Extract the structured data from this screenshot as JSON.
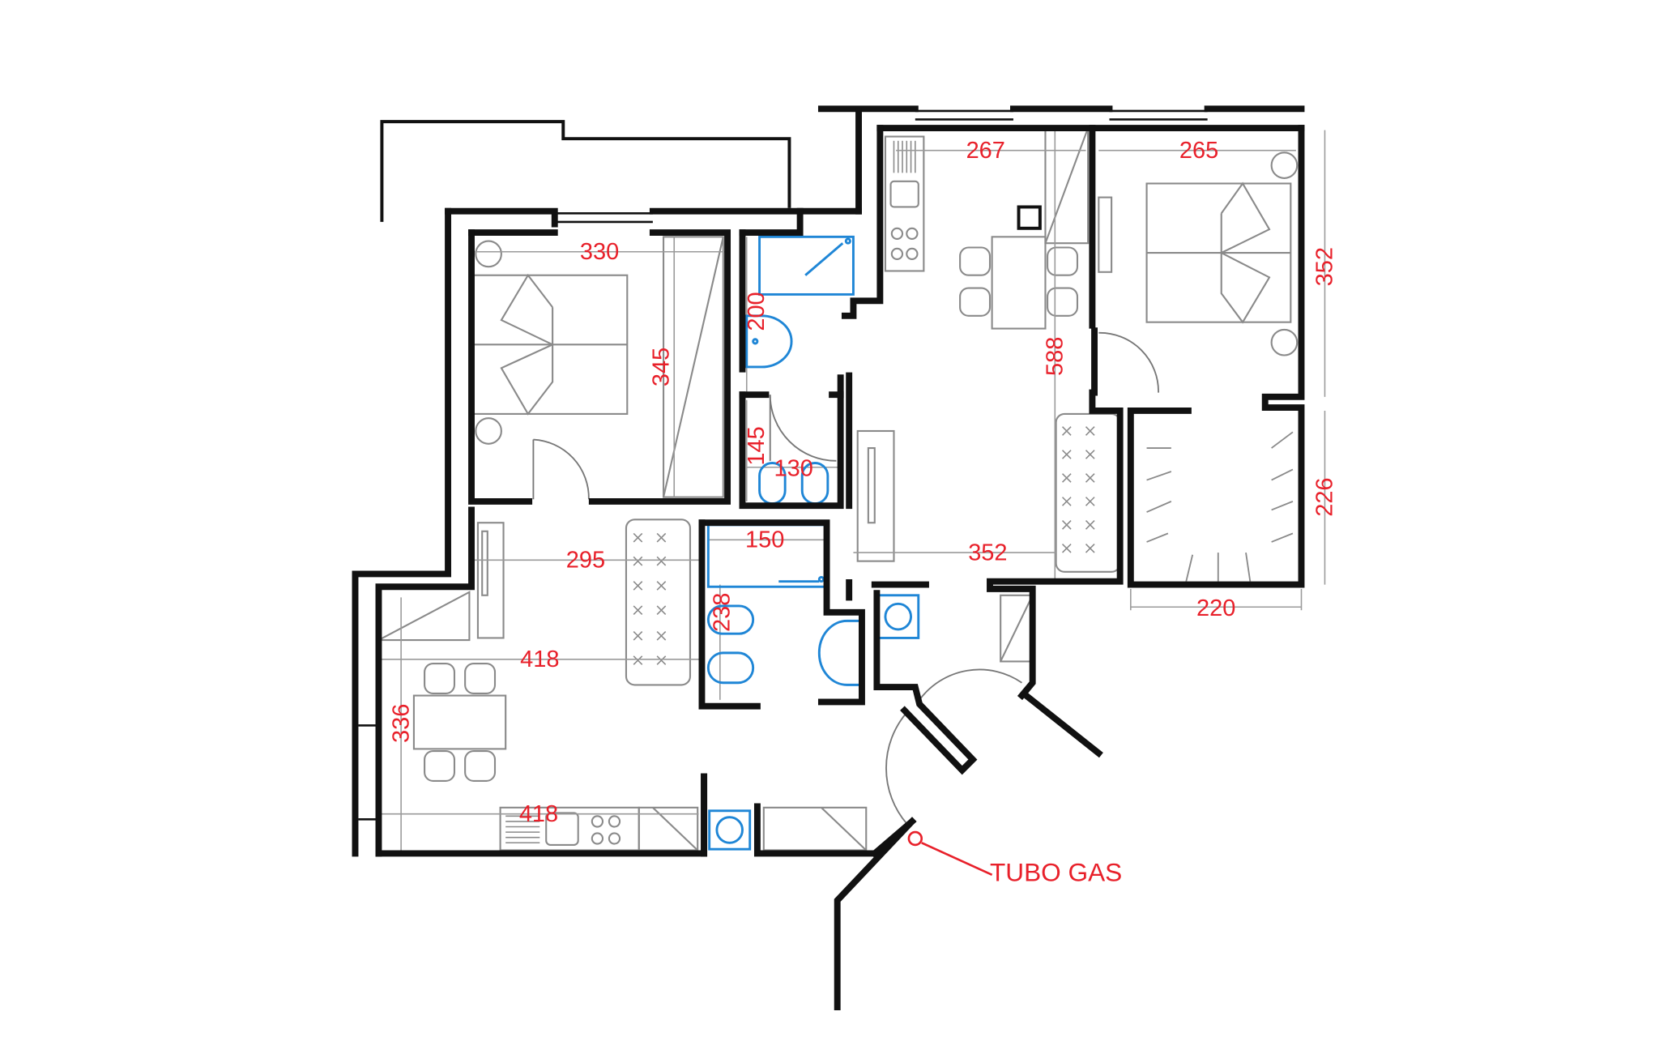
{
  "plan": {
    "dimensions": {
      "bedroom_left_width": "330",
      "bedroom_left_length": "345",
      "bath_upper_length": "200",
      "wc_upper_length": "145",
      "wc_upper_width": "130",
      "kitchen_right_width": "267",
      "kitchen_right_length": "588",
      "bedroom_right_width": "265",
      "bedroom_right_length": "352",
      "living_lower_width": "352",
      "closet_length": "226",
      "closet_width": "220",
      "living_left_width": "295",
      "bath_lower_width": "150",
      "bath_lower_length": "238",
      "kitchen_left_width": "418",
      "kitchen_left_length": "336",
      "kitchen_left_counter": "418"
    },
    "labels": {
      "gas_pipe": "TUBO GAS"
    },
    "colors": {
      "walls": "#111111",
      "dimensions": "#e8202a",
      "sanitary": "#1f86d6",
      "furniture": "#8a8a8a"
    }
  }
}
